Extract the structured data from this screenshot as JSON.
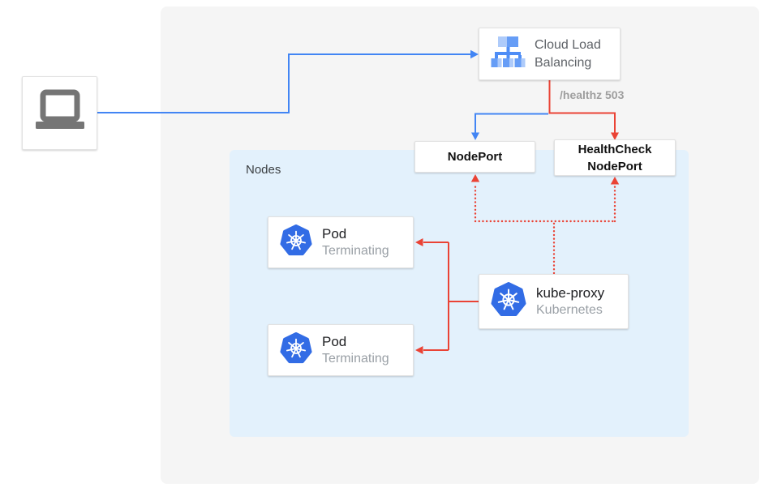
{
  "colors": {
    "blue": "#4285f4",
    "red": "#ea4335",
    "k8s_blue": "#326ce5",
    "laptop_gray": "#757575",
    "lb_icon_light": "#aecbfa",
    "lb_icon_mid": "#669df6",
    "lb_icon_stem": "#4e8df6",
    "nodes_panel_bg": "#e3f1fc",
    "outer_panel_bg": "#f5f5f5"
  },
  "icons": {
    "client": "laptop-icon",
    "load_balancer": "cloud-load-balancing-icon",
    "kubernetes": "kubernetes-icon"
  },
  "cloud_load_balancing": {
    "label": "Cloud Load Balancing"
  },
  "edge_labels": {
    "healthz": "/healthz 503"
  },
  "nodeport": {
    "label": "NodePort"
  },
  "healthcheck_nodeport": {
    "label": "HealthCheck NodePort"
  },
  "nodes_panel": {
    "label": "Nodes"
  },
  "pods": [
    {
      "title": "Pod",
      "subtitle": "Terminating"
    },
    {
      "title": "Pod",
      "subtitle": "Terminating"
    }
  ],
  "kube_proxy": {
    "title": "kube-proxy",
    "subtitle": "Kubernetes"
  }
}
